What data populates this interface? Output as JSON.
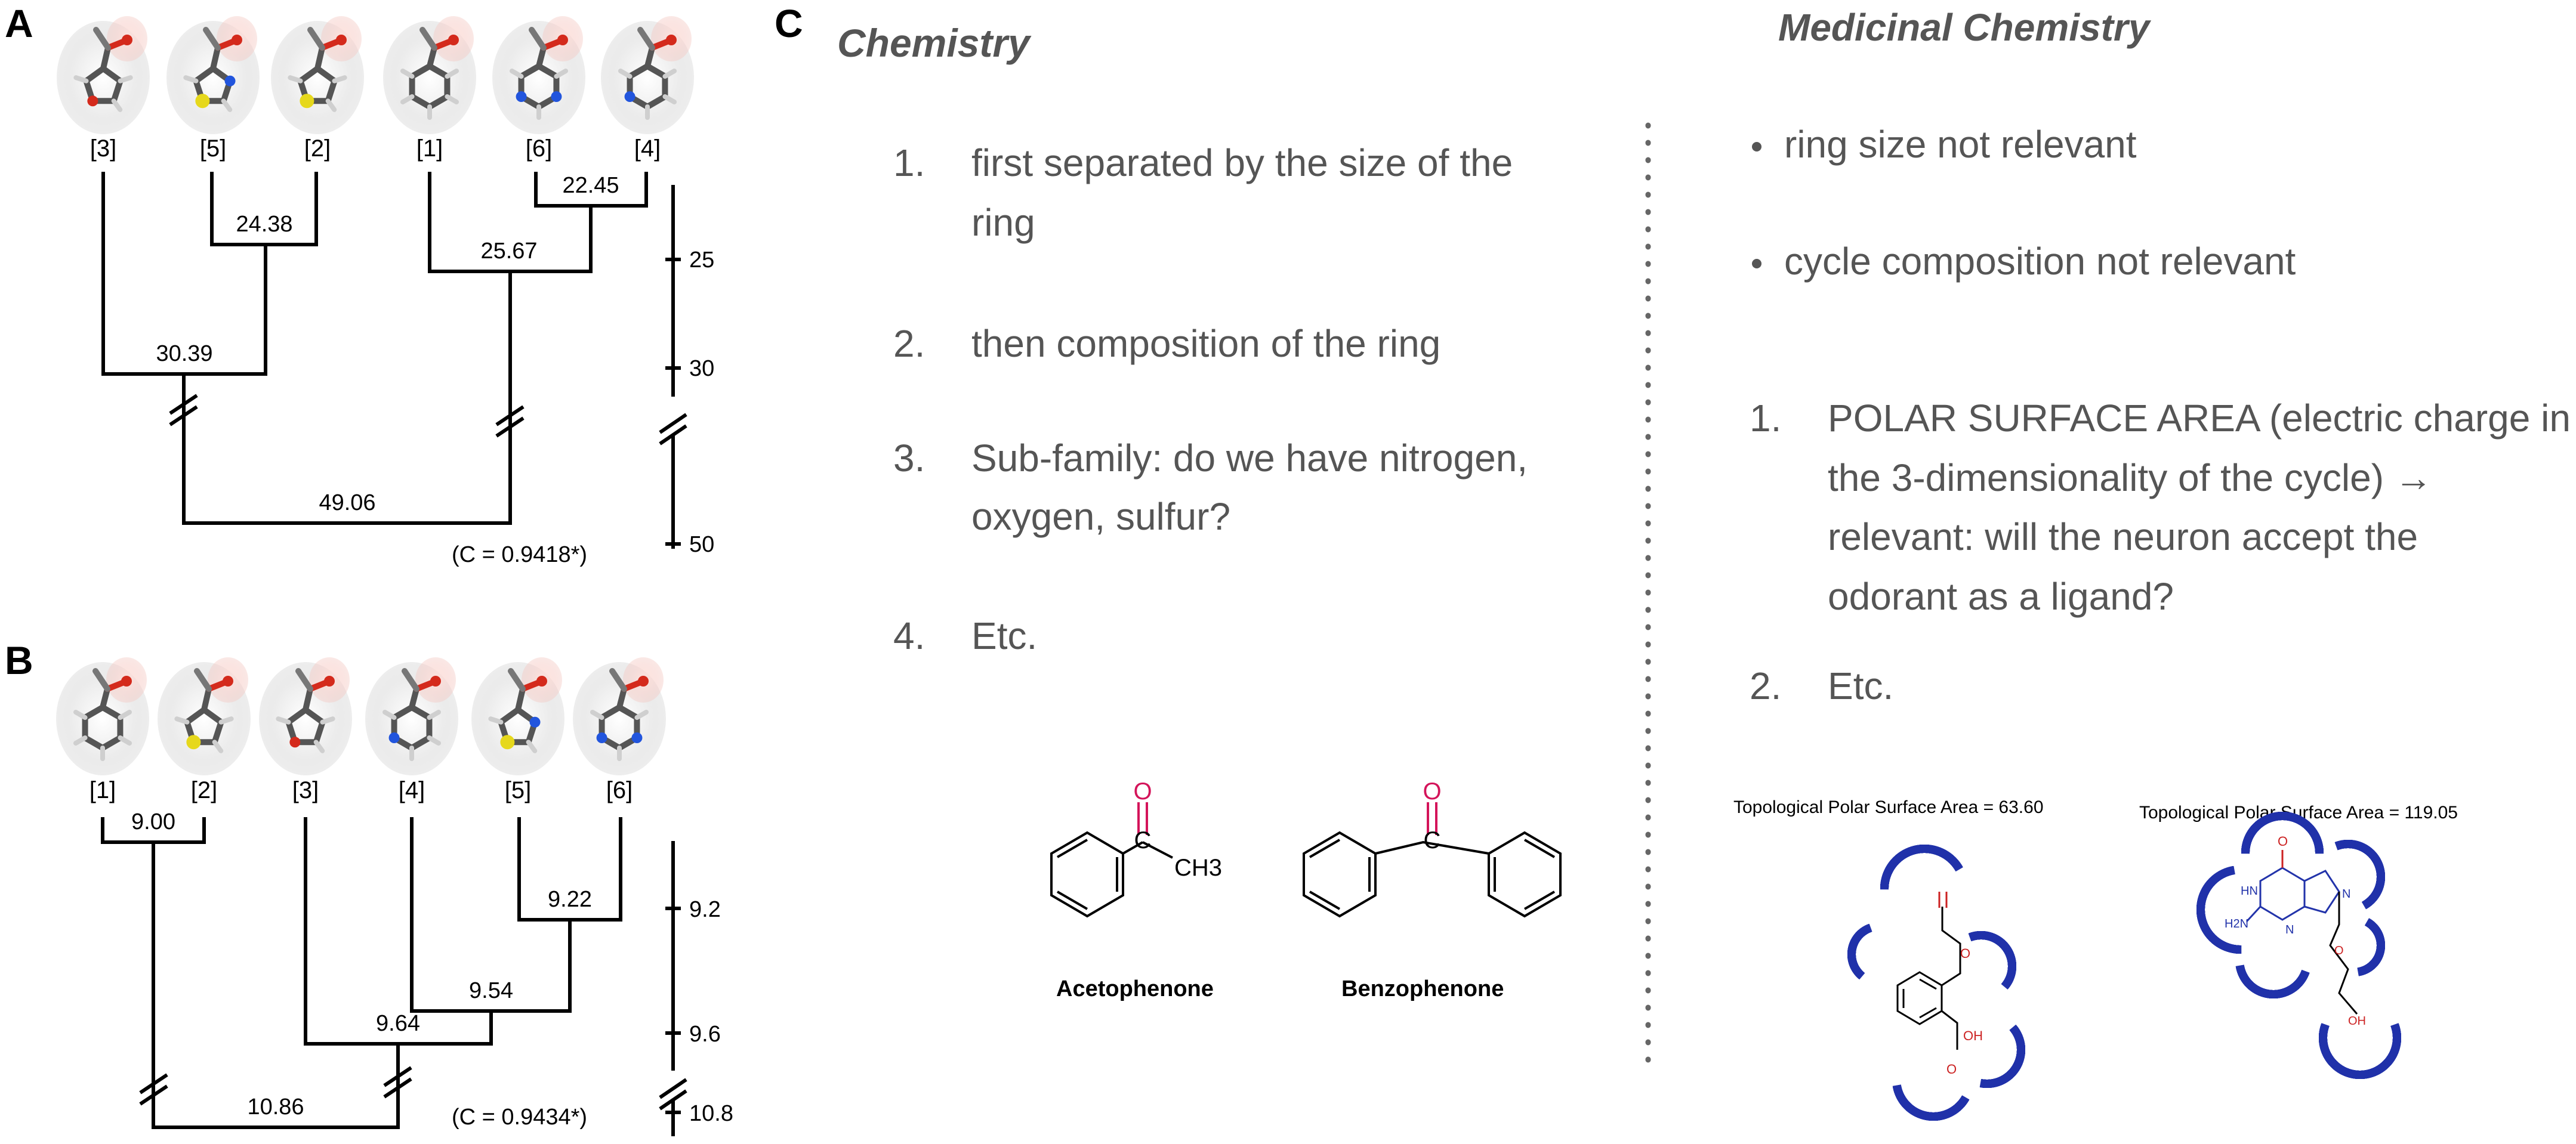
{
  "panels": {
    "A": {
      "label": "A",
      "leaf_labels": [
        "[3]",
        "[5]",
        "[2]",
        "[1]",
        "[6]",
        "[4]"
      ],
      "merge_values": [
        "24.38",
        "22.45",
        "25.67",
        "30.39",
        "49.06"
      ],
      "cophenetic": "(C = 0.9418*)",
      "scale_ticks": [
        "25",
        "30",
        "50"
      ]
    },
    "B": {
      "label": "B",
      "leaf_labels": [
        "[1]",
        "[2]",
        "[3]",
        "[4]",
        "[5]",
        "[6]"
      ],
      "merge_values": [
        "9.00",
        "9.22",
        "9.54",
        "9.64",
        "10.86"
      ],
      "cophenetic": "(C = 0.9434*)",
      "scale_ticks": [
        "9.2",
        "9.6",
        "10.8"
      ]
    },
    "C": {
      "label": "C",
      "chemistry": {
        "title": "Chemistry",
        "items": [
          {
            "num": "1.",
            "lines": [
              "first separated by the size of the",
              "ring"
            ]
          },
          {
            "num": "2.",
            "lines": [
              "then composition of the ring"
            ]
          },
          {
            "num": "3.",
            "lines": [
              "Sub-family: do we have nitrogen,",
              "oxygen, sulfur?"
            ]
          },
          {
            "num": "4.",
            "lines": [
              "Etc."
            ]
          }
        ],
        "structures": [
          {
            "name": "Acetophenone",
            "atom_o": "O",
            "atom_c": "C",
            "group": "CH3"
          },
          {
            "name": "Benzophenone",
            "atom_o": "O",
            "atom_c": "C"
          }
        ]
      },
      "medicinal": {
        "title": "Medicinal Chemistry",
        "bullets": [
          "ring size not relevant",
          "cycle composition not relevant"
        ],
        "items": [
          {
            "num": "1.",
            "lines": [
              "POLAR SURFACE AREA (electric charge in",
              "the 3-dimensionality of the cycle) →",
              "relevant: will the neuron accept the",
              "odorant as a ligand?"
            ]
          },
          {
            "num": "2.",
            "lines": [
              "Etc."
            ]
          }
        ],
        "tpsa": [
          {
            "label": "Topological Polar Surface Area = 63.60"
          },
          {
            "label": "Topological Polar Surface Area = 119.05"
          }
        ],
        "mol_atoms": {
          "o": "O",
          "oh": "OH",
          "n": "N",
          "hn": "HN",
          "h2n": "H2N"
        }
      }
    }
  },
  "colors": {
    "text": "#000000",
    "gray_text": "#555555",
    "oxygen_magenta": "#d4145a",
    "tpsa_blue": "#2233aa",
    "tpsa_red": "#cc2222",
    "sulfur": "#e6d81c",
    "nitrogen": "#2255dd",
    "oxygen_red": "#d42a1c",
    "carbon": "#7a7a7a"
  }
}
